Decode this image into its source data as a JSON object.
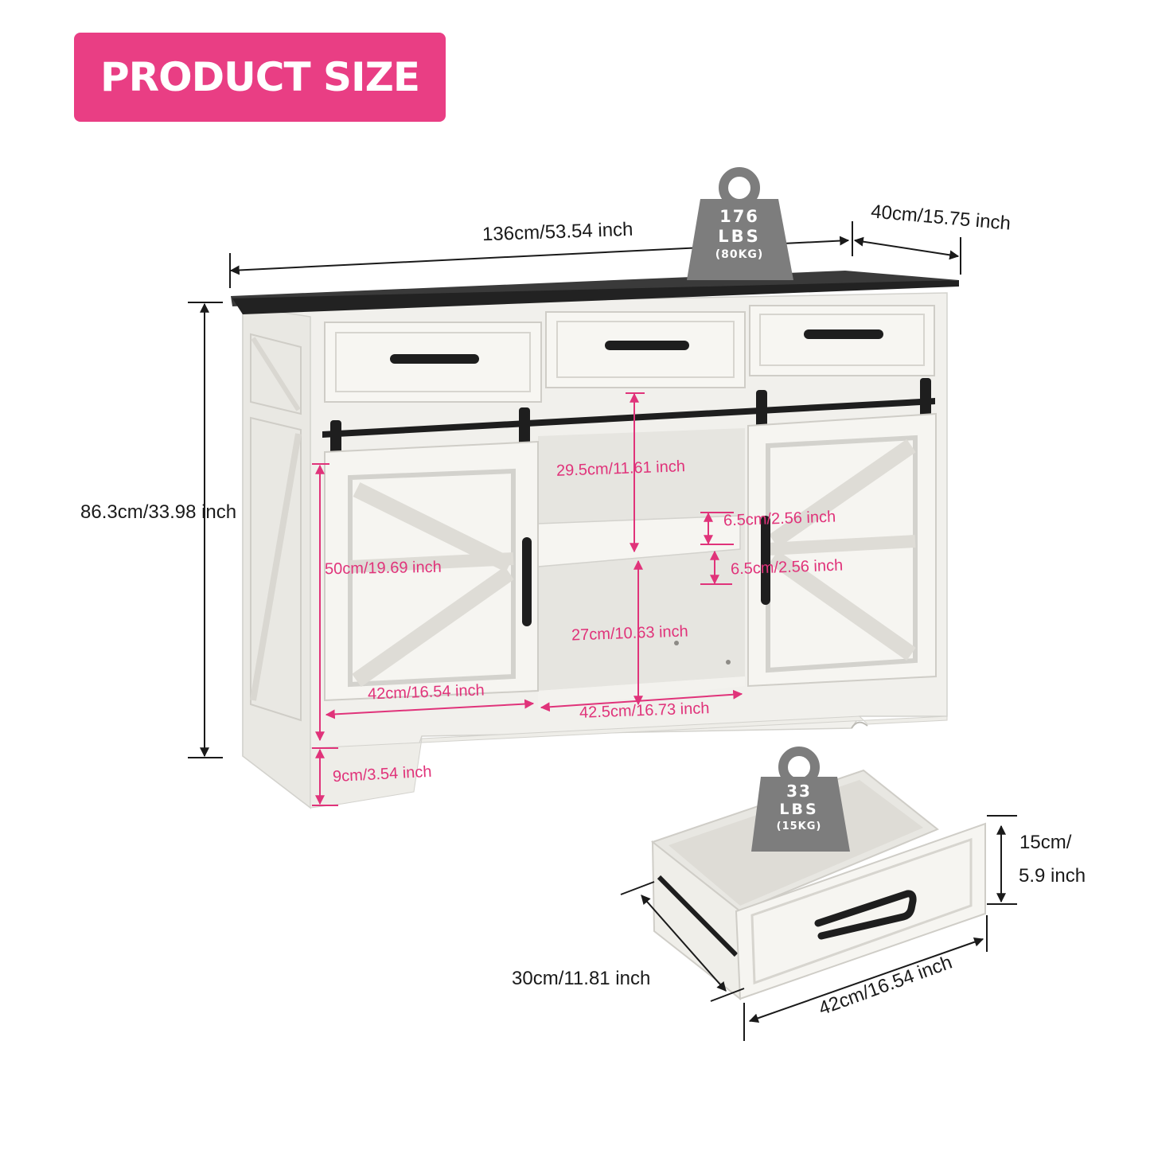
{
  "title": "PRODUCT SIZE",
  "colors": {
    "accent": "#e93e84",
    "dimension_pink": "#e0337a",
    "cabinet_white": "#f4f3f0",
    "top_black": "#2b2b2b",
    "weight_gray": "#7d7d7d"
  },
  "icons": [
    "weight-icon",
    "drawer-handle-icon",
    "barn-door-rail-icon"
  ],
  "cabinet_weight": {
    "value": "176",
    "unit": "LBS",
    "metric": "(80KG)"
  },
  "drawer_weight": {
    "value": "33",
    "unit": "LBS",
    "metric": "(15KG)"
  },
  "dimensions": {
    "width": "136cm/53.54 inch",
    "depth": "40cm/15.75 inch",
    "height": "86.3cm/33.98 inch",
    "shelf_upper": "29.5cm/11.61 inch",
    "shelf_gap_a": "6.5cm/2.56 inch",
    "shelf_gap_b": "6.5cm/2.56 inch",
    "door_height": "50cm/19.69 inch",
    "shelf_lower": "27cm/10.63 inch",
    "door_width": "42cm/16.54 inch",
    "center_width": "42.5cm/16.73 inch",
    "leg_height": "9cm/3.54 inch"
  },
  "drawer": {
    "height_line1": "15cm/",
    "height_line2": "5.9 inch",
    "depth": "30cm/11.81 inch",
    "width": "42cm/16.54 inch"
  }
}
